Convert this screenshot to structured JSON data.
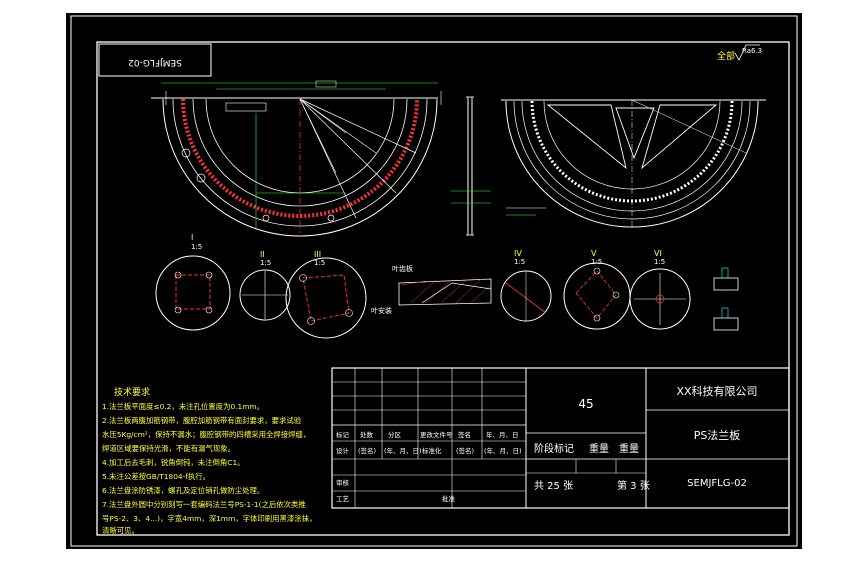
{
  "drawing_code_mirrored": "SEMJFLG-02",
  "roughness_mark": "全部",
  "roughness_value": "Ra6.3",
  "section_labels": {
    "I": "I",
    "I_scale": "1:5",
    "II": "II",
    "II_scale": "1:5",
    "III": "III",
    "III_scale": "1:5",
    "IV": "IV",
    "IV_scale": "1:5",
    "V": "V",
    "V_scale": "1:5",
    "VI": "VI",
    "VI_scale": "1:5"
  },
  "leaf_label": "叶齿板",
  "install_label": "叶安装",
  "tech_requirements": {
    "title": "技术要求",
    "items": [
      "1.法兰板平面度≤0.2，未注孔位置度为0.1mm。",
      "2.法兰板两腹加筋钢带，腹腔加筋钢带有面封要求，要求试验",
      "水压5Kg/cm²，保持不漏水；腹腔钢带的四槽采用全焊接焊缝，",
      "焊道区域要保持光滑，不能有漏气现象。",
      "4.加工后去毛刺，锐角倒钝，未注倒角C1。",
      "5.未注公差按GB/T1804-f执行。",
      "6.法兰盘涂防锈漆，螺孔及定位销孔做防尘处理。",
      "7.法兰盘外圆中分别刻写一套编码法兰号PS-1-1(之后依次类推",
      "号PS-2、3、4...)，字宽4mm，深1mm，字体印刷用黑漆涂抹，",
      "清晰可见。"
    ]
  },
  "title_block": {
    "quantity": "45",
    "company": "XX科技有限公司",
    "part_name": "PS法兰板",
    "drawing_no": "SEMJFLG-02",
    "stage_mark": "阶段标记",
    "weight": "重量",
    "scale": "重量",
    "sheets_total": "共 25 张",
    "sheet_no": "第 3 张",
    "rev_headers": [
      "标记",
      "处数",
      "分区",
      "更改文件号",
      "签名",
      "年、月、日"
    ],
    "design_row": [
      "设计",
      "(签名)",
      "(年、月、日)",
      "标准化",
      "(签名)",
      "(年、月、日)"
    ],
    "review": "审核",
    "process": "工艺",
    "approve": "批准"
  }
}
